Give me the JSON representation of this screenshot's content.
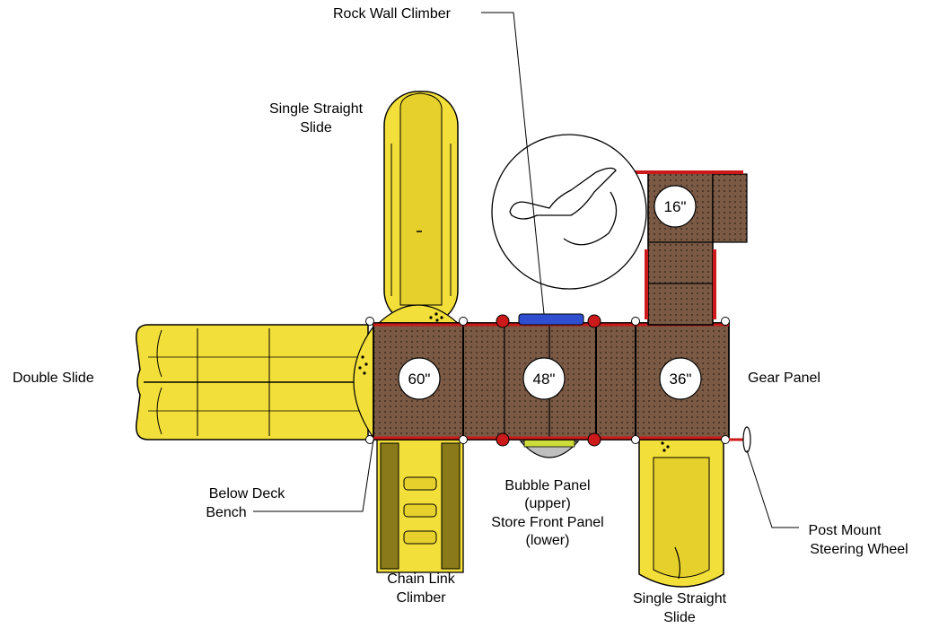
{
  "labels": {
    "rock_wall_climber": "Rock Wall Climber",
    "single_straight_slide_top": [
      "Single Straight",
      "Slide"
    ],
    "double_slide": "Double Slide",
    "gear_panel": "Gear Panel",
    "below_deck_bench": [
      "Below Deck",
      "Bench"
    ],
    "bubble_panel": [
      "Bubble Panel",
      "(upper)",
      "Store Front Panel",
      "(lower)"
    ],
    "post_mount_steering_wheel": [
      "Post Mount",
      "Steering Wheel"
    ],
    "chain_link_climber": [
      "Chain Link",
      "Climber"
    ],
    "single_straight_slide_bottom": [
      "Single Straight",
      "Slide"
    ]
  },
  "decks": {
    "deck_60": "60\"",
    "deck_48": "48\"",
    "deck_36": "36\"",
    "deck_16": "16\""
  },
  "colors": {
    "slide_yellow": "#f2df3a",
    "slide_shadow": "#c9b41c",
    "deck_brown": "#7a5a45",
    "deck_dark": "#4a3426",
    "rail_red": "#cc1a1a",
    "rock_blue": "#2f4fd0",
    "bubble_gray": "#bfbfbf",
    "outline": "#000000"
  }
}
